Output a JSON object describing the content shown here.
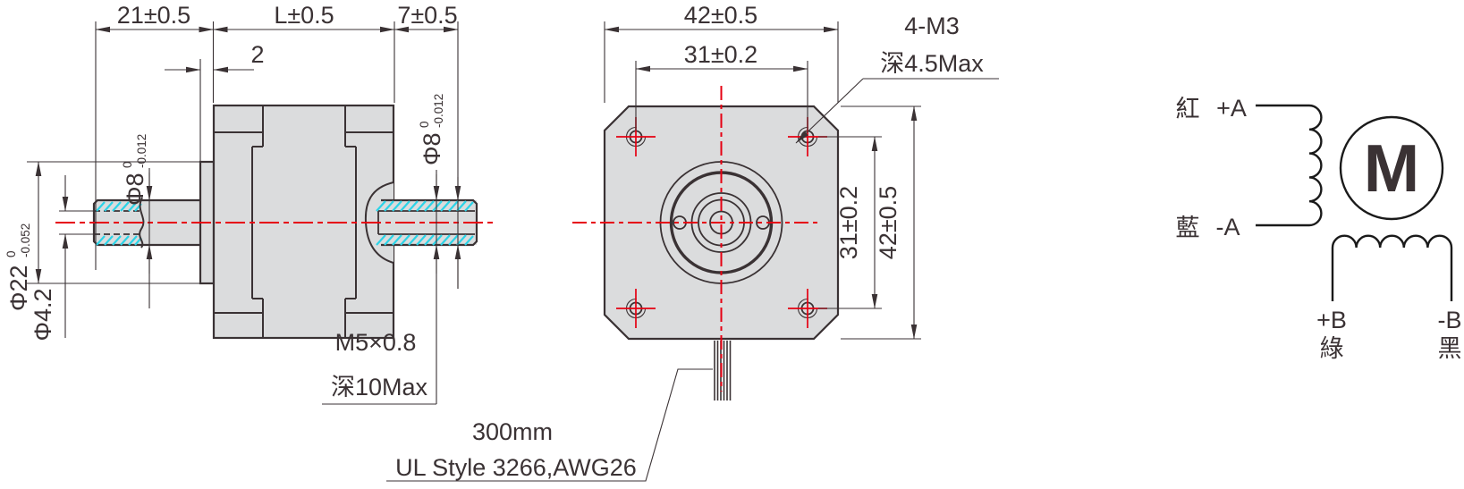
{
  "side_view": {
    "dim_front_shaft_len": "21±0.5",
    "dim_body_len": "L±0.5",
    "dim_rear_shaft_len": "7±0.5",
    "dim_pilot_depth": "2",
    "front_shaft_dia": "Φ8",
    "front_shaft_dia_tol_upper": "0",
    "front_shaft_dia_tol_lower": "-0.012",
    "rear_shaft_dia": "Φ8",
    "rear_shaft_dia_tol_upper": "0",
    "rear_shaft_dia_tol_lower": "-0.012",
    "pilot_dia": "Φ22",
    "pilot_dia_tol_upper": "0",
    "pilot_dia_tol_lower": "-0.052",
    "front_bore_dia": "Φ4.2",
    "rear_thread_note_line1": "M5×0.8",
    "rear_thread_note_line2": "深10Max"
  },
  "front_view": {
    "dim_body_width": "42±0.5",
    "dim_hole_pitch_h": "31±0.2",
    "dim_hole_pitch_v": "31±0.2",
    "dim_body_height": "42±0.5",
    "mount_hole_note_line1": "4-M3",
    "mount_hole_note_line2": "深4.5Max",
    "leadwire_note_line1": "300mm",
    "leadwire_note_line2": "UL Style 3266,AWG26"
  },
  "wiring_diagram": {
    "motor_symbol": "M",
    "phase_a_plus_color": "紅",
    "phase_a_plus_label": "+A",
    "phase_a_minus_color": "藍",
    "phase_a_minus_label": "-A",
    "phase_b_plus_label": "+B",
    "phase_b_plus_color": "綠",
    "phase_b_minus_label": "-B",
    "phase_b_minus_color": "黑"
  },
  "colors": {
    "line": "#3a3234",
    "centerline_red": "#e60012",
    "thread_hatch_cyan": "#2bd3e7",
    "body_fill": "#dbdcdd"
  }
}
